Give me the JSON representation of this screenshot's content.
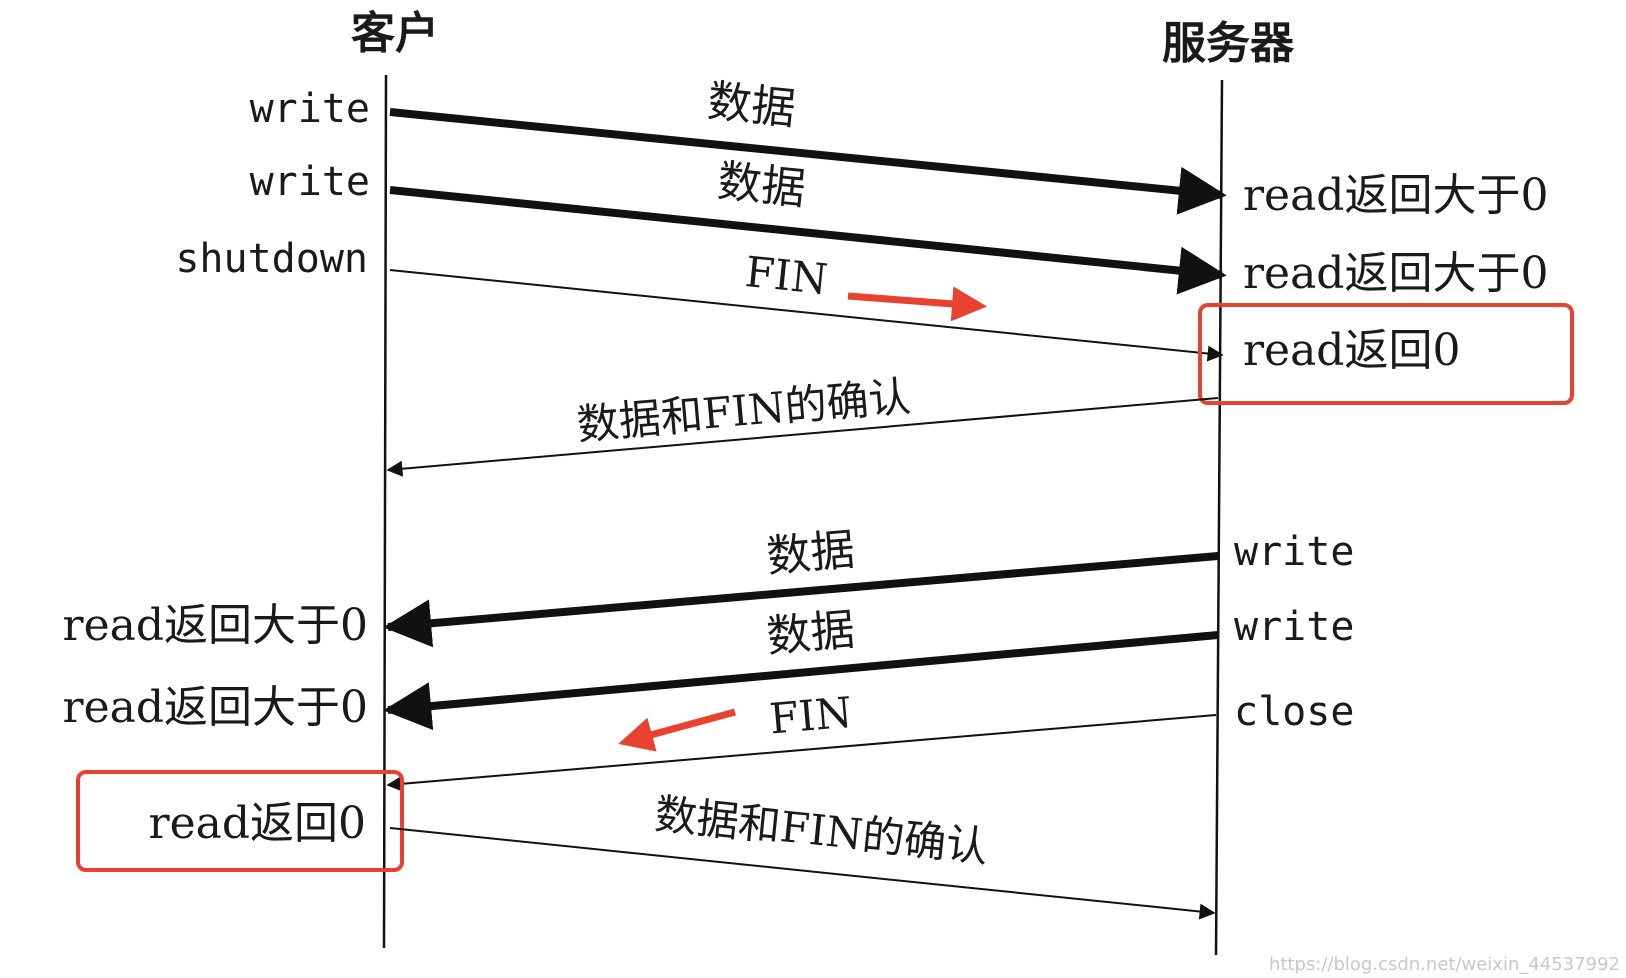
{
  "headers": {
    "client": "客户",
    "server": "服务器"
  },
  "client_calls": {
    "write_1": "write",
    "write_2": "write",
    "shutdown": "shutdown",
    "read_gt0_1": "read返回大于0",
    "read_gt0_2": "read返回大于0",
    "read_0": "read返回0"
  },
  "server_calls": {
    "read_gt0_1": "read返回大于0",
    "read_gt0_2": "read返回大于0",
    "read_0": "read返回0",
    "write_1": "write",
    "write_2": "write",
    "close": "close"
  },
  "messages": {
    "data_1": "数据",
    "data_2": "数据",
    "fin_1": "FIN",
    "ack_1": "数据和FIN的确认",
    "data_3": "数据",
    "data_4": "数据",
    "fin_2": "FIN",
    "ack_2": "数据和FIN的确认"
  },
  "watermark": "https://blog.csdn.net/weixin_44537992",
  "colors": {
    "line": "#111111",
    "highlight": "#e8412f",
    "watermark": "#c8c8c8"
  }
}
